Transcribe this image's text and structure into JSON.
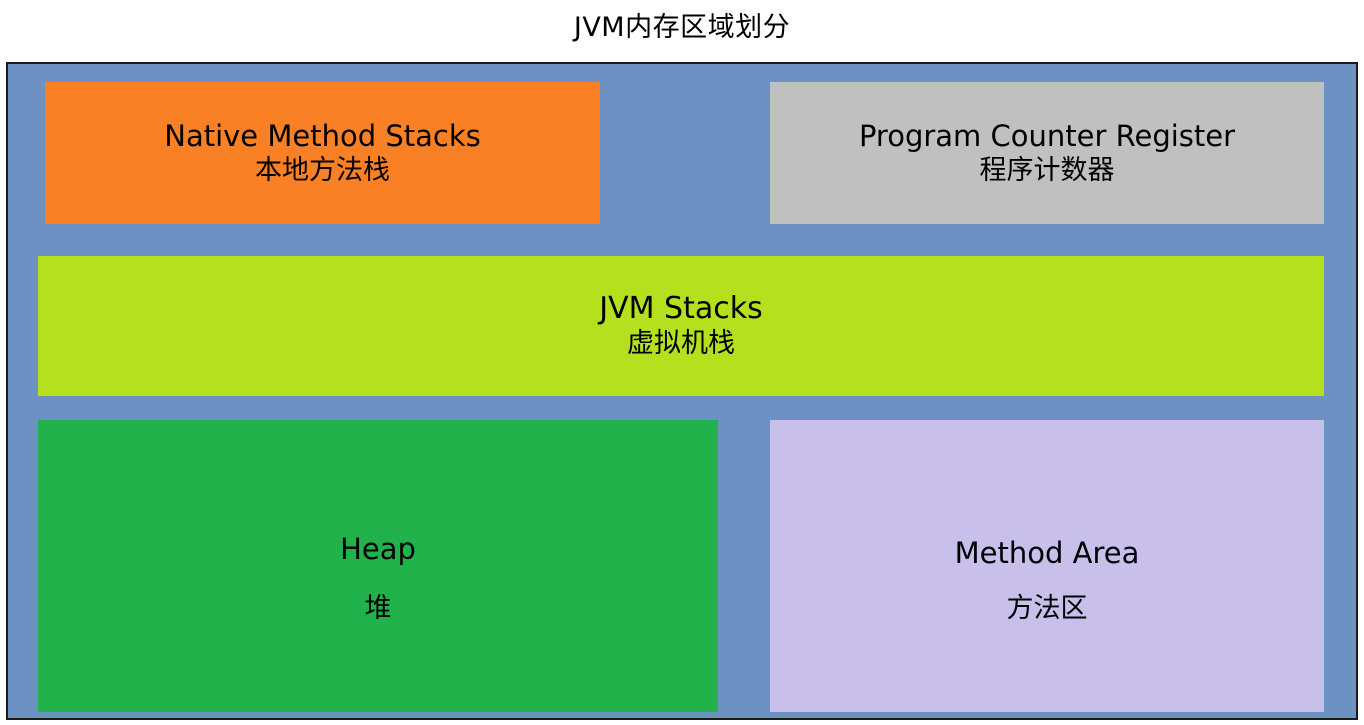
{
  "diagram": {
    "title": "JVM内存区域划分",
    "container": {
      "name": "jvm-memory-container",
      "fill": "#6d91c3",
      "border": "#1a1a1a"
    },
    "regions": [
      {
        "id": "native-method-stacks",
        "name_en": "Native Method Stacks",
        "name_zh": "本地方法栈",
        "color": "#f98024",
        "row": 1,
        "column": "left"
      },
      {
        "id": "program-counter-register",
        "name_en": "Program Counter Register",
        "name_zh": "程序计数器",
        "color": "#c0c0c0",
        "row": 1,
        "column": "right"
      },
      {
        "id": "jvm-stacks",
        "name_en": "JVM Stacks",
        "name_zh": "虚拟机栈",
        "color": "#b5e01e",
        "row": 2,
        "column": "full"
      },
      {
        "id": "heap",
        "name_en": "Heap",
        "name_zh": "堆",
        "color": "#22b24c",
        "row": 3,
        "column": "left"
      },
      {
        "id": "method-area",
        "name_en": "Method Area",
        "name_zh": "方法区",
        "color": "#c8c0eb",
        "row": 3,
        "column": "right"
      }
    ]
  }
}
